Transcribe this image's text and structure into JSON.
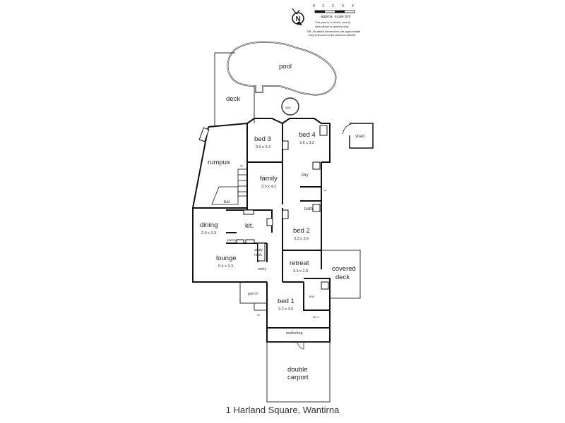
{
  "caption": "1 Harland Square, Wantirna",
  "legend": {
    "scale_ticks": [
      "0",
      "1",
      "2",
      "3",
      "4"
    ],
    "scale_label": "approx. scale (m)",
    "note_line1": "This plan is a sketch, and all",
    "note_line2": "data shown is general only.",
    "note_line3": "NB. All stated dimensions are approximate",
    "note_line4": "only & should not be taken as definite.",
    "north_label": "N"
  },
  "rooms": {
    "pool": {
      "name": "pool"
    },
    "spa": {
      "name": "spa"
    },
    "deck": {
      "name": "deck"
    },
    "bed3": {
      "name": "bed 3",
      "dims": "3.0 x 3.2"
    },
    "bed4": {
      "name": "bed 4",
      "dims": "3.6 x 3.2"
    },
    "shed": {
      "name": "shed"
    },
    "rumpus": {
      "name": "rumpus"
    },
    "family": {
      "name": "family",
      "dims": "3.5 x 4.2"
    },
    "ldry": {
      "name": "ldry"
    },
    "bar": {
      "name": "bar"
    },
    "bath": {
      "name": "bath"
    },
    "dining": {
      "name": "dining",
      "dims": "2.9 x 3.3"
    },
    "kit": {
      "name": "kit."
    },
    "pantry": {
      "name": "pantry"
    },
    "bed2": {
      "name": "bed 2",
      "dims": "3.3 x 2.6"
    },
    "study": {
      "name1": "study",
      "name2": "nook"
    },
    "lounge": {
      "name": "lounge",
      "dims": "5.4 x 3.3"
    },
    "entry": {
      "name": "entry"
    },
    "retreat": {
      "name": "retreat",
      "dims": "3.3 x 2.8"
    },
    "covered_deck": {
      "name1": "covered",
      "name2": "deck"
    },
    "porch": {
      "name": "porch"
    },
    "bed1": {
      "name": "bed 1",
      "dims": "3.2 x 3.9"
    },
    "ens": {
      "name": "ens."
    },
    "wir": {
      "name": "w.i.r"
    },
    "workshop": {
      "name": "workshop"
    },
    "carport": {
      "name1": "double",
      "name2": "carport"
    }
  },
  "markers": {
    "up": "up",
    "wo": "w/o",
    "dn": "dn"
  }
}
